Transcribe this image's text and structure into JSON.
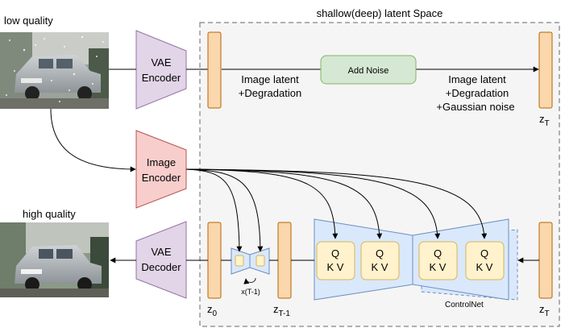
{
  "latent_space_title": "shallow(deep) latent Space",
  "input": {
    "label": "low quality"
  },
  "output": {
    "label": "high quality"
  },
  "vae_encoder": {
    "line1": "VAE",
    "line2": "Encoder"
  },
  "vae_decoder": {
    "line1": "VAE",
    "line2": "Decoder"
  },
  "image_encoder": {
    "line1": "Image",
    "line2": "Encoder"
  },
  "add_noise": {
    "label": "Add Noise"
  },
  "image_latent": {
    "line1": "Image latent",
    "line2": "+Degradation"
  },
  "noisy_latent": {
    "line1": "Image latent",
    "line2": "+Degradation",
    "line3": "+Gaussian noise"
  },
  "latent_labels": {
    "zT_top": {
      "base": "z",
      "sub": "T"
    },
    "zT_bottom": {
      "base": "z",
      "sub": "T"
    },
    "z0": {
      "base": "z",
      "sub": "0"
    },
    "zT1": {
      "base": "z",
      "sub": "T-1"
    }
  },
  "loop": {
    "label": "x(T-1)"
  },
  "attention": {
    "q": "Q",
    "kv": "K V"
  },
  "controlnet": {
    "label": "ControlNet"
  },
  "colors": {
    "vae": "#e1d5e7",
    "vae_stroke": "#9673a6",
    "image_encoder": "#f8cecc",
    "image_encoder_stroke": "#b85450",
    "latent": "#fad7ac",
    "latent_stroke": "#b46504",
    "noise": "#d5e8d4",
    "noise_stroke": "#82b366",
    "unet": "#dae8fc",
    "unet_stroke": "#6c8ebf",
    "attn": "#fff2cc",
    "attn_stroke": "#d6b656"
  }
}
